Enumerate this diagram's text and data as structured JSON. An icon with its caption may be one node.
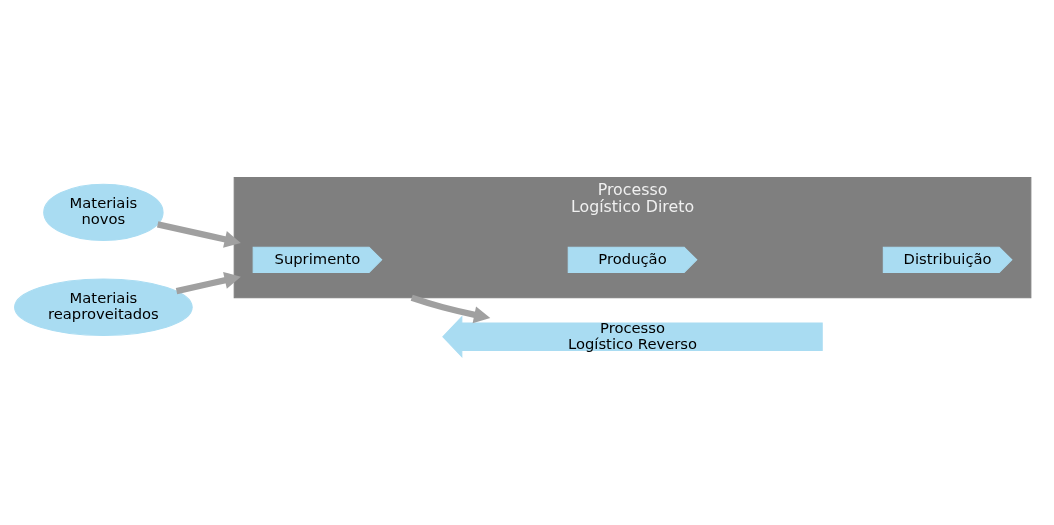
{
  "diagram": {
    "nodes": [
      {
        "text": [
          "Materiais novos"
        ]
      },
      {
        "text": [
          "Processo Logístico Direto"
        ]
      },
      {
        "text": [
          "Suprimento"
        ],
        "in": 1
      },
      {
        "text": [
          "Produção"
        ],
        "in": 1
      },
      {
        "text": [
          "Distribuição"
        ],
        "in": 1
      },
      {
        "text": [
          "Materiais reaproveitados"
        ]
      },
      {
        "text": [
          "Processo Logístico Reverso"
        ]
      }
    ],
    "edges": [
      {
        "from": 0,
        "to": 1,
        "arrow": "to"
      },
      {
        "from": 5,
        "to": 1,
        "arrow": "to"
      },
      {
        "from": 1,
        "to": 6,
        "arrow": "to"
      }
    ]
  }
}
